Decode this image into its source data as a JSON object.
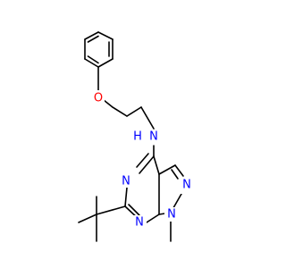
{
  "molecule": {
    "atoms": [
      {
        "id": "O1",
        "label": "O",
        "color": "#ff0000"
      },
      {
        "id": "NH",
        "label": "N",
        "color": "#0000ff"
      },
      {
        "id": "H",
        "label": "H",
        "color": "#0000ff"
      },
      {
        "id": "N5",
        "label": "N",
        "color": "#0000ff"
      },
      {
        "id": "N7",
        "label": "N",
        "color": "#0000ff"
      },
      {
        "id": "N2",
        "label": "N",
        "color": "#0000ff"
      },
      {
        "id": "N1",
        "label": "N",
        "color": "#0000ff"
      }
    ]
  }
}
